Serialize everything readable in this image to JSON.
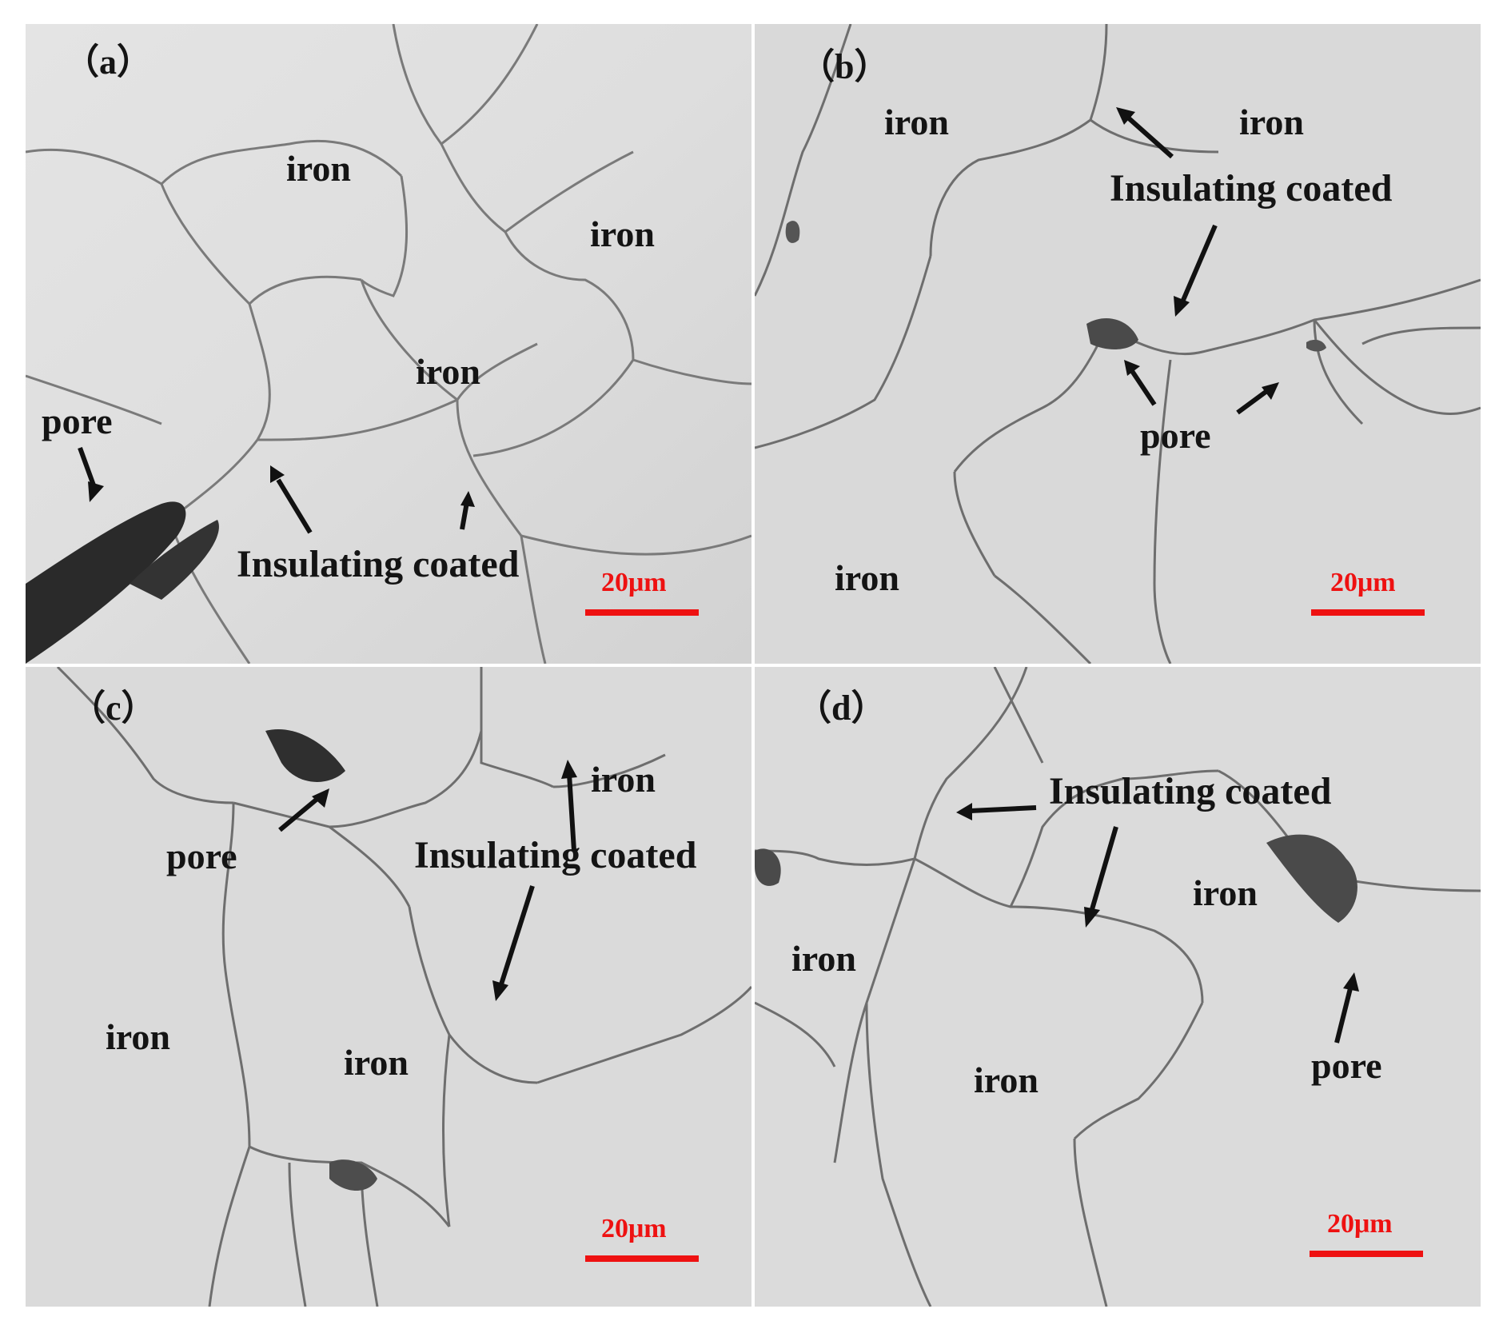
{
  "panels": {
    "a": {
      "tag": "（a）",
      "labels": [
        "iron",
        "iron",
        "iron",
        "pore",
        "Insulating coated"
      ],
      "scale": "20μm"
    },
    "b": {
      "tag": "（b）",
      "labels": [
        "iron",
        "iron",
        "Insulating coated",
        "pore",
        "iron"
      ],
      "scale": "20μm"
    },
    "c": {
      "tag": "（c）",
      "labels": [
        "iron",
        "pore",
        "Insulating coated",
        "iron",
        "iron"
      ],
      "scale": "20μm"
    },
    "d": {
      "tag": "（d）",
      "labels": [
        "Insulating coated",
        "iron",
        "iron",
        "iron",
        "pore"
      ],
      "scale": "20μm"
    }
  },
  "colors": {
    "scale_bar": "#ee1111",
    "label_text": "#141414",
    "background": "#d8d8d8"
  }
}
